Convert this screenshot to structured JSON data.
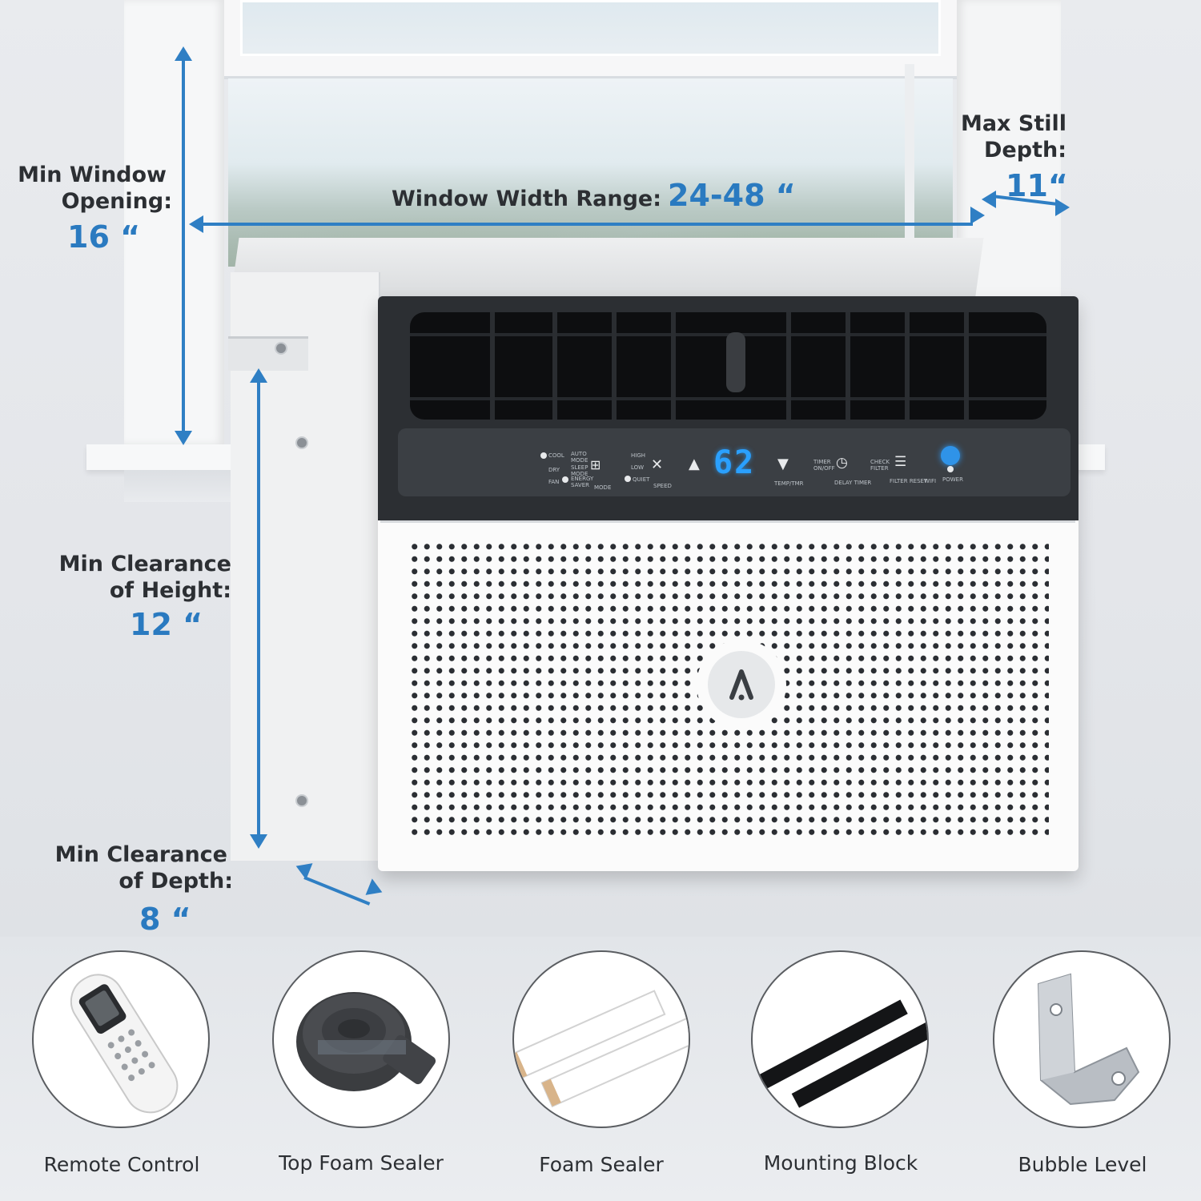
{
  "dimensions": {
    "window_opening": {
      "label_line1": "Min Window",
      "label_line2": "Opening:",
      "value": "16 “"
    },
    "window_width": {
      "label": "Window Width Range:",
      "value": "24-48 “"
    },
    "sill_depth": {
      "label_line1": "Max Still",
      "label_line2": "Depth:",
      "value": "11“"
    },
    "clearance_height": {
      "label_line1": "Min Clearance",
      "label_line2": "of Height:",
      "value": "12 “"
    },
    "clearance_depth": {
      "label_line1": "Min Clearance",
      "label_line2": "of Depth:",
      "value": "8 “"
    }
  },
  "control_panel": {
    "display": "62",
    "labels": {
      "cool": "COOL",
      "dry": "DRY",
      "fan": "FAN",
      "auto": "AUTO MODE",
      "sleep": "SLEEP MODE",
      "energy": "ENERGY SAVER",
      "mode": "MODE",
      "high": "HIGH",
      "low": "LOW",
      "quiet": "QUIET",
      "speed": "SPEED",
      "temp": "TEMP/TMR",
      "timer": "TIMER ON/OFF",
      "delay": "DELAY TIMER",
      "check": "CHECK FILTER",
      "filter_reset": "FILTER RESET",
      "wifi": "WIFI",
      "power": "POWER"
    }
  },
  "accessories": [
    {
      "label": "Remote Control",
      "icon": "remote-control-icon"
    },
    {
      "label": "Top Foam Sealer",
      "icon": "foam-roll-icon"
    },
    {
      "label": "Foam Sealer",
      "icon": "foam-strip-icon"
    },
    {
      "label": "Mounting Block",
      "icon": "mounting-block-icon"
    },
    {
      "label": "Bubble Level",
      "icon": "bracket-icon"
    }
  ],
  "colors": {
    "accent": "#2f7fc4",
    "text": "#2c2f33",
    "display": "#2aa0ff"
  }
}
